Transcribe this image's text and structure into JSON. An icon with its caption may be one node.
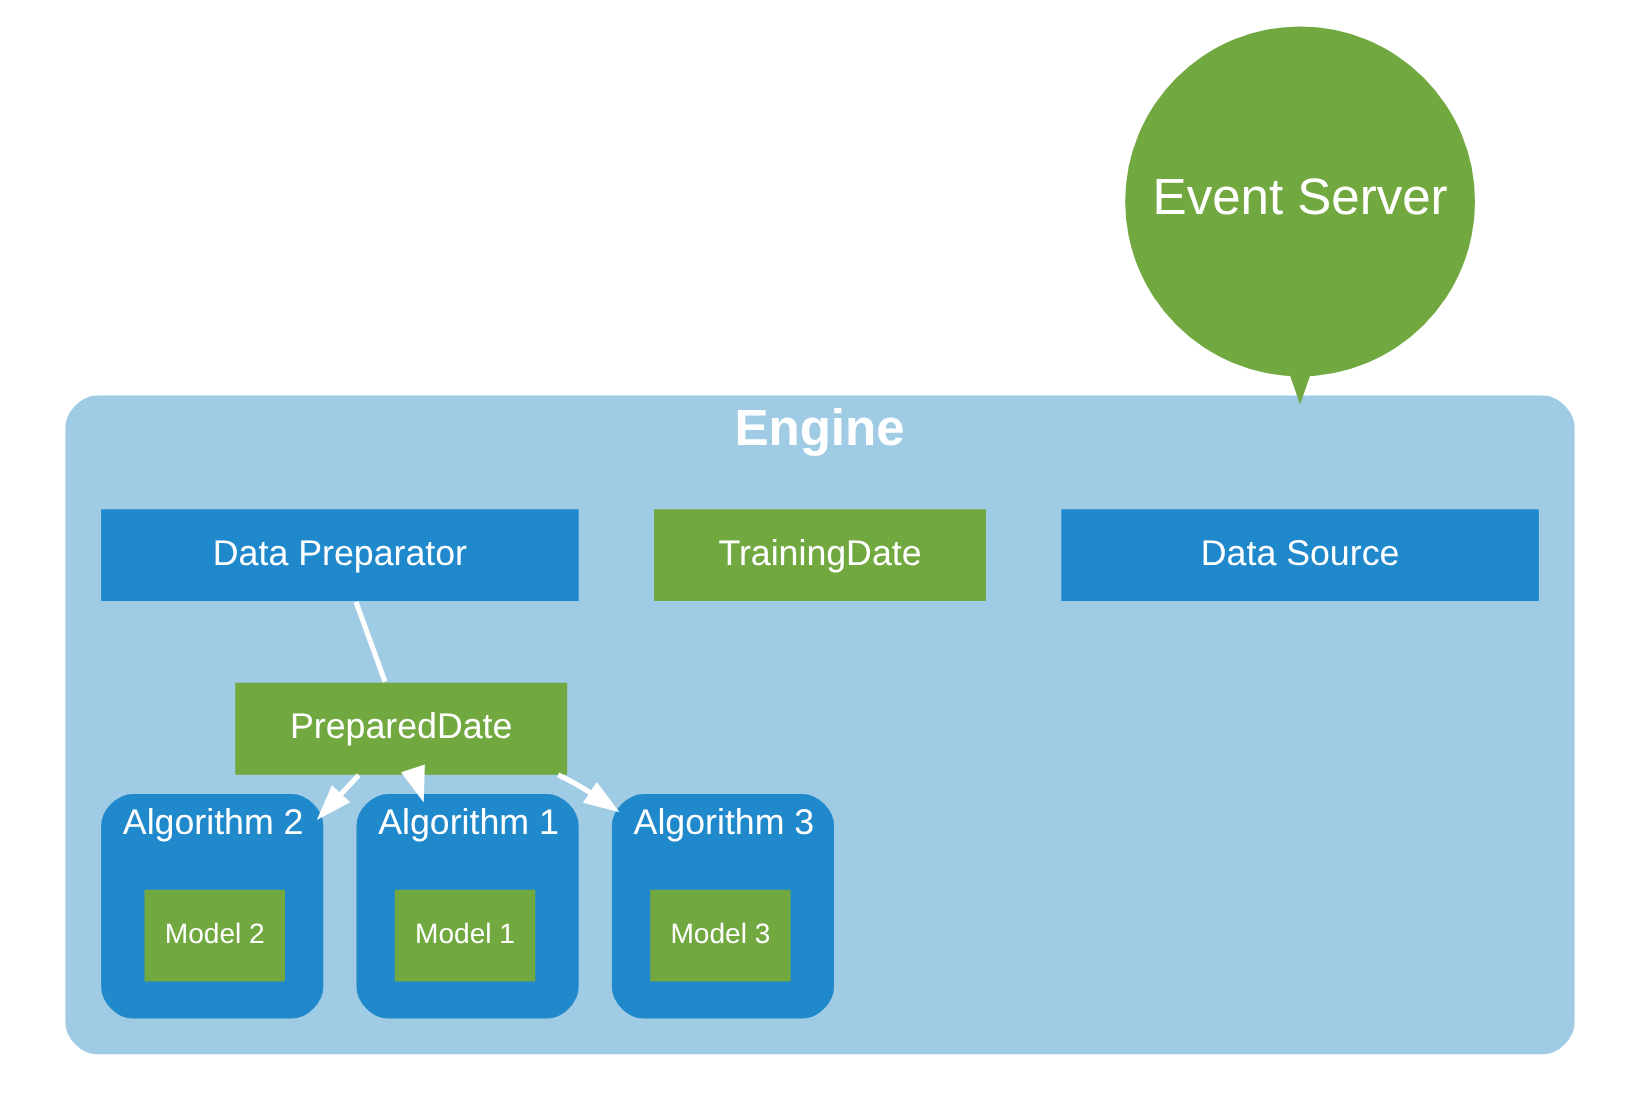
{
  "diagram": {
    "nodes": [
      {
        "text": [
          "Event Server"
        ]
      },
      {
        "text": [
          "Engine"
        ]
      },
      {
        "text": [
          "Data Source"
        ],
        "in": 1
      },
      {
        "text": [
          "TrainingDate"
        ],
        "in": 1
      },
      {
        "text": [
          "Data Preparator"
        ],
        "in": 1
      },
      {
        "text": [
          "PreparedDate"
        ],
        "in": 1
      },
      {
        "text": [
          "Algorithm 2"
        ],
        "in": 1
      },
      {
        "text": [
          "Model 2"
        ],
        "in": 6
      },
      {
        "text": [
          "Algorithm 1"
        ],
        "in": 1
      },
      {
        "text": [
          "Model 1"
        ],
        "in": 8
      },
      {
        "text": [
          "Algorithm 3"
        ],
        "in": 1
      },
      {
        "text": [
          "Model 3"
        ],
        "in": 10
      }
    ],
    "edges": [
      {
        "from": 0,
        "to": 1,
        "arrow": "to",
        "color": "#72a840"
      },
      {
        "from": 4,
        "to": 5,
        "arrow": "none"
      },
      {
        "from": 5,
        "to": 6,
        "arrow": "to"
      },
      {
        "from": 5,
        "to": 8,
        "arrow": "to"
      },
      {
        "from": 5,
        "to": 10,
        "arrow": "to"
      }
    ]
  }
}
